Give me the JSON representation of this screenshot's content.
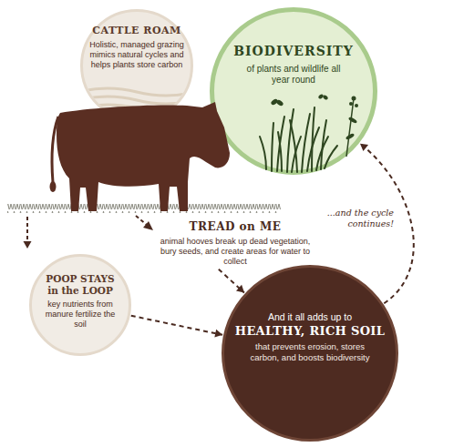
{
  "diagram": {
    "nodes": [
      {
        "text": [
          "CATTLE ROAM",
          "Holistic, managed grazing mimics natural cycles and helps plants store carbon"
        ]
      },
      {
        "text": [
          "BIODIVERSITY",
          "of plants and wildlife all year round"
        ]
      },
      {
        "text": [
          "TREAD on ME",
          "animal hooves break up dead vegetation, bury seeds, and create areas for water to collect"
        ]
      },
      {
        "text": [
          "POOP STAYS in the LOOP",
          "key nutrients from manure fertilize the soil"
        ]
      },
      {
        "text": [
          "And it all adds up to",
          "HEALTHY, RICH SOIL",
          "that prevents erosion, stores carbon, and boosts biodiversity"
        ]
      }
    ],
    "edges": [
      {
        "from": 3,
        "to": 4,
        "arrow": "to"
      },
      {
        "from": 2,
        "to": 4,
        "arrow": "to"
      },
      {
        "from": 4,
        "to": 1,
        "arrow": "to",
        "label": "...and the cycle continues!"
      }
    ]
  }
}
